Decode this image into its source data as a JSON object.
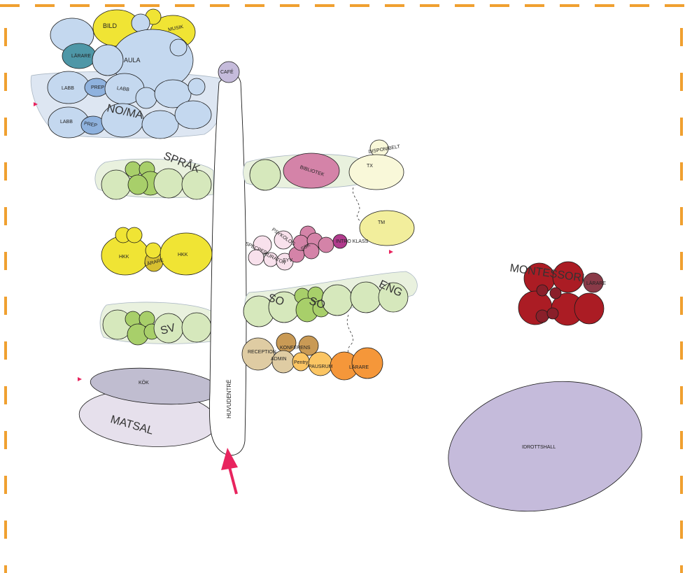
{
  "labels": {
    "bild": "BILD",
    "musik": "MUSIK",
    "larare_top": "LÄRARE",
    "aula": "AULA",
    "cafe": "CAFÉ",
    "labb1": "LABB",
    "prep1": "PREP",
    "labb2": "LABB",
    "labb3": "LABB",
    "prep2": "PREP",
    "no_ma": "NO/MA",
    "sprak": "SPRÅK",
    "hkk_left": "HKK",
    "larare_hkk": "LÄRARE",
    "hkk_right": "HKK",
    "sv": "SV",
    "kok": "KÖK",
    "matsal": "MATSAL",
    "huvudentre": "HUVUDENTRÉ",
    "disponibelt": "DISPONIBELT",
    "tx": "TX",
    "bibliotek": "BIBLIOTEK",
    "tm": "TM",
    "psykolog": "PSYKOLOG",
    "specped": "SPECPED",
    "kurator": "KURATOR",
    "syv": "SYV",
    "sskt": "SSK",
    "introklass": "INTRO KLASS",
    "so1": "SO",
    "so2": "SO",
    "eng": "ENG",
    "reception": "RECEPTION",
    "konferens": "KONFERENS",
    "admin": "ADMIN",
    "pentry": "Pentry",
    "pausrum": "PAUSRUM",
    "larare_admin": "LÄRARE",
    "montessori": "MONTESSORI",
    "larare_mont": "LÄRARE",
    "idrottshall": "IDROTTSHALL"
  },
  "colors": {
    "border_dash": "#f0a030",
    "arrow": "#e8245e",
    "blue_light": "#c4d8ef",
    "blue_mid": "#8fb2de",
    "teal": "#4e97a7",
    "yellow": "#f0e434",
    "green_light": "#d6e8bc",
    "green_mid": "#a8cf6a",
    "pink": "#d483a8",
    "pink_light": "#f8e1ec",
    "magenta": "#b13b8d",
    "tan": "#dfcca3",
    "orange": "#f5973a",
    "orange_light": "#fbc563",
    "red": "#ab1c24",
    "lavender": "#c5bbdb",
    "lavender_light": "#e6e0ec",
    "kok_gray": "#c0bdd0",
    "cream": "#f9f8d9"
  },
  "icons": [
    "entrance-arrow-icon",
    "marker-triangle-icon"
  ]
}
